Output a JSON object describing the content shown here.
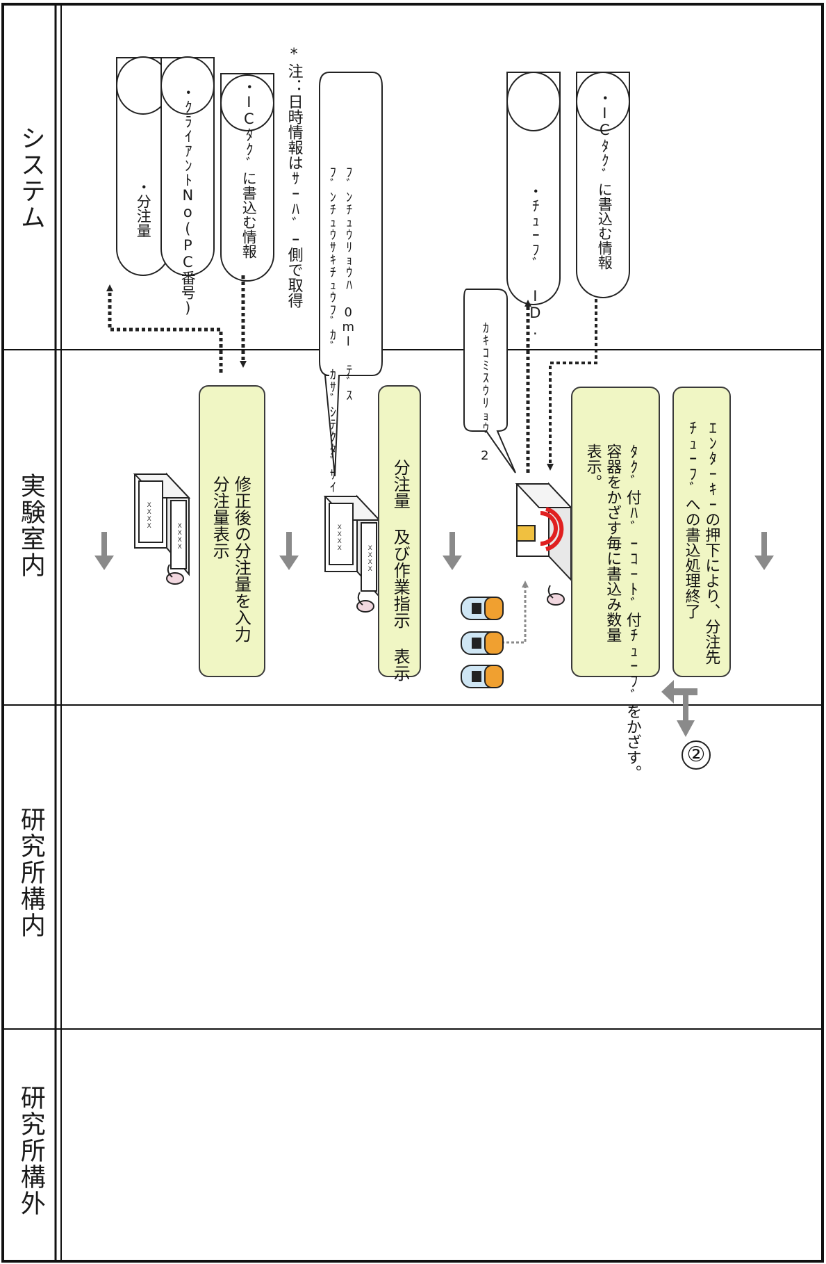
{
  "lanes": {
    "outside": "研究所構外",
    "institute": "研究所構内",
    "lab": "実験室内",
    "system": "システム"
  },
  "system_items": {
    "dispense_amount": "・分注量",
    "client_no": "・ｸﾗｲｱﾝﾄNo(PC番号)",
    "ic_tag_info_1": "・ICﾀｸﾞに書込む情報",
    "tube_id": "・ﾁｭｰﾌﾞ ID.",
    "ic_tag_info_2": "・ICﾀｸﾞに書込む情報"
  },
  "system_note": "*注：日時情報はｻｰﾊﾞｰ側で取得",
  "callouts": {
    "balloon_1": "ﾌﾞﾝﾁｭｳﾘｮｳﾊ 0ml ﾃﾞｽ\nﾌﾞﾝﾁｭｳｻｷﾁｭｳﾌﾞｶﾞ ｶｻﾞｼﾃｸﾀﾞｻｲ",
    "balloon_2": "ｶｷｺﾐｽｳﾘｮｳ 2"
  },
  "lab_boxes": {
    "box_1": "修正後の分注量を入力\n分注量表示",
    "box_2": "分注量 及び作業指示 表示",
    "box_3": "ﾀｸﾞ付ﾊﾞｰｺｰﾄﾞ付ﾁｭｰﾌﾞをかざす。\n容器をかざす毎に書込み数量\n表示。",
    "box_4": "ｴﾝﾀｰｷｰの押下により、分注先\nﾁｭｰﾌﾞへの書込処理終了"
  },
  "screen_text": "XXXX",
  "connector_label": "②",
  "icons": {
    "laptop": "laptop-icon",
    "mouse": "mouse-icon",
    "reader": "rfid-reader-icon",
    "tube": "tube-icon",
    "database": "database-cylinder-icon"
  },
  "colors": {
    "box_fill": "#f0f6c4",
    "arrow_gray": "#8a8a8a",
    "tube_orange": "#f0a030",
    "tube_blue": "#cfe6f4",
    "rfid_red": "#e02020"
  }
}
